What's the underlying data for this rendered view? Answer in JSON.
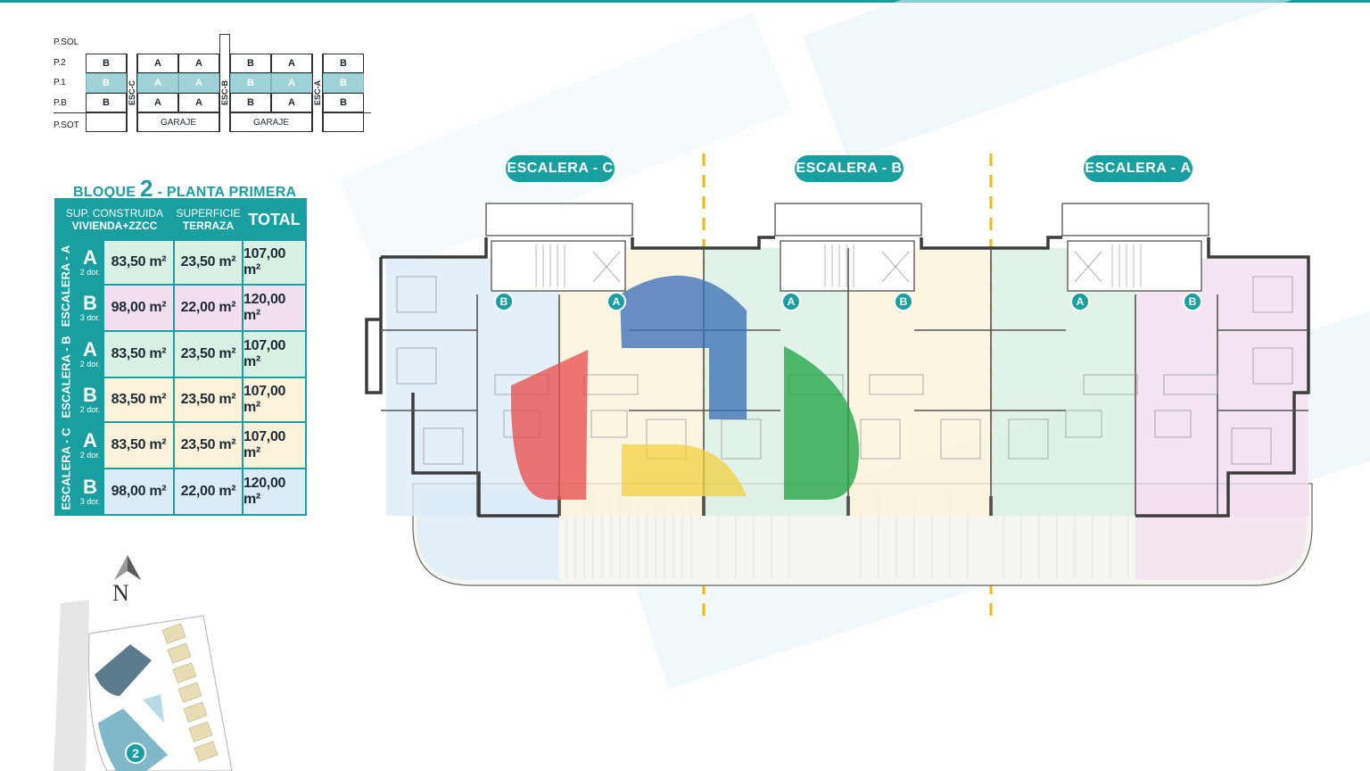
{
  "section": {
    "levels": [
      "P.SOL",
      "P.2",
      "P.1",
      "P.B",
      "P.SOT"
    ],
    "row_p2": [
      "B",
      "A",
      "A",
      "B",
      "A",
      "B"
    ],
    "row_p1": [
      "B",
      "A",
      "A",
      "B",
      "A",
      "B"
    ],
    "row_pb": [
      "B",
      "A",
      "A",
      "B",
      "A",
      "B"
    ],
    "stairs": [
      "ESC-C",
      "ESC-B",
      "ESC-A"
    ],
    "garage": [
      "GARAJE",
      "GARAJE"
    ],
    "highlight_color": "#9fd3d8"
  },
  "table": {
    "title_prefix": "BLOQUE",
    "title_num": "2",
    "title_suffix": "- PLANTA PRIMERA",
    "header_1a": "SUP. CONSTRUIDA",
    "header_1b": "VIVIENDA+ZZCC",
    "header_2a": "SUPERFICIE",
    "header_2b": "TERRAZA",
    "header_3": "TOTAL",
    "groups": [
      {
        "label": "ESCALERA - A",
        "rows": [
          {
            "type": "A",
            "dorms": "2 dor.",
            "built": "83,50 m²",
            "terrace": "23,50 m²",
            "total": "107,00 m²"
          },
          {
            "type": "B",
            "dorms": "3 dor.",
            "built": "98,00 m²",
            "terrace": "22,00 m²",
            "total": "120,00 m²"
          }
        ]
      },
      {
        "label": "ESCALERA - B",
        "rows": [
          {
            "type": "A",
            "dorms": "2 dor.",
            "built": "83,50 m²",
            "terrace": "23,50 m²",
            "total": "107,00 m²"
          },
          {
            "type": "B",
            "dorms": "2 dor.",
            "built": "83,50 m²",
            "terrace": "23,50 m²",
            "total": "107,00 m²"
          }
        ]
      },
      {
        "label": "ESCALERA - C",
        "rows": [
          {
            "type": "A",
            "dorms": "2 dor.",
            "built": "83,50 m²",
            "terrace": "23,50 m²",
            "total": "107,00 m²"
          },
          {
            "type": "B",
            "dorms": "3 dor.",
            "built": "98,00 m²",
            "terrace": "22,00 m²",
            "total": "120,00 m²"
          }
        ]
      }
    ],
    "colors": {
      "esc_a_a": "#d9f0e4",
      "esc_a_b": "#f2dff0",
      "esc_b_a": "#d9f0e4",
      "esc_b_b": "#fbf2d9",
      "esc_c_a": "#fbf2d9",
      "esc_c_b": "#dcebf8",
      "brand": "#1a9fa0"
    }
  },
  "plan": {
    "stair_labels": [
      {
        "prefix": "ESCALERA - ",
        "letter": "C"
      },
      {
        "prefix": "ESCALERA - ",
        "letter": "B"
      },
      {
        "prefix": "ESCALERA - ",
        "letter": "A"
      }
    ],
    "unit_markers": [
      "B",
      "A",
      "A",
      "B",
      "A",
      "B"
    ],
    "unit_colors": [
      "#dcebf8",
      "#fbf2d9",
      "#d9f0e4",
      "#fbf2d9",
      "#d9f0e4",
      "#f2dff0"
    ],
    "view_cone_colors": [
      "#e8504f",
      "#3e6fb8",
      "#f2cf3a",
      "#27a64a"
    ]
  },
  "site": {
    "north": "N",
    "block_number": "2"
  }
}
